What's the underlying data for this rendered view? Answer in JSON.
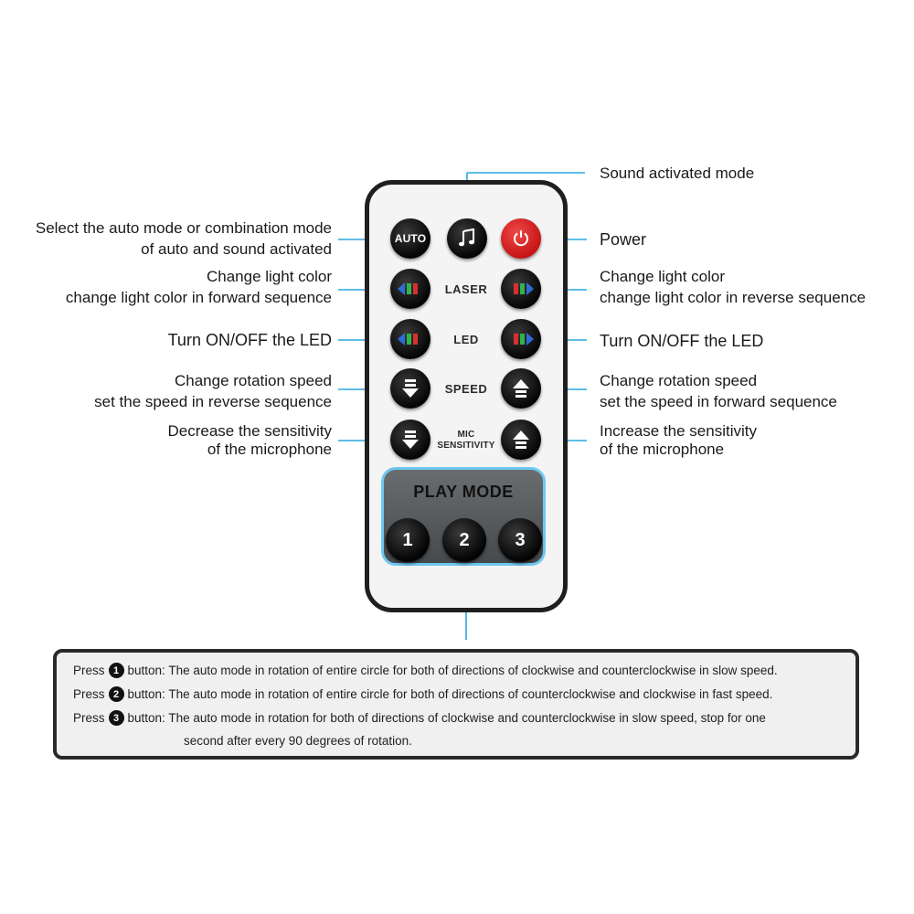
{
  "annotations": {
    "sound_mode": "Sound activated mode",
    "auto_line1": "Select the auto mode or combination mode",
    "auto_line2": "of auto and sound activated",
    "power": "Power",
    "laser_left_line1": "Change light color",
    "laser_left_line2": "change light color in forward sequence",
    "laser_right_line1": "Change light color",
    "laser_right_line2": "change light color in reverse sequence",
    "led_left": "Turn ON/OFF the LED",
    "led_right": "Turn ON/OFF the LED",
    "speed_left_line1": "Change rotation speed",
    "speed_left_line2": "set the speed in reverse sequence",
    "speed_right_line1": "Change rotation speed",
    "speed_right_line2": "set the speed in forward sequence",
    "mic_left_line1": "Decrease the sensitivity",
    "mic_left_line2": "of the microphone",
    "mic_right_line1": "Increase the sensitivity",
    "mic_right_line2": "of the microphone"
  },
  "remote": {
    "auto_button": "AUTO",
    "row_labels": {
      "laser": "LASER",
      "led": "LED",
      "speed": "SPEED",
      "mic_line1": "MIC",
      "mic_line2": "SENSITIVITY"
    },
    "play_mode": {
      "title": "PLAY MODE",
      "buttons": [
        "1",
        "2",
        "3"
      ]
    },
    "icons": [
      "music-note-icon",
      "power-icon",
      "rgb-left-icon",
      "rgb-right-icon",
      "down-arrow-icon",
      "up-arrow-icon"
    ],
    "colors": {
      "power": "#d32222",
      "accent": "#2aa7dd",
      "button": "#111111"
    }
  },
  "description": {
    "press_label": "Press",
    "button_label": "button:",
    "rows": [
      {
        "num": "1",
        "text": "The auto mode in rotation of entire circle for both of directions of clockwise and counterclockwise in slow speed."
      },
      {
        "num": "2",
        "text": "The auto mode in rotation of entire circle for both of directions of counterclockwise and clockwise in fast speed."
      },
      {
        "num": "3",
        "text": "The auto mode in rotation for both of directions of clockwise and counterclockwise in slow speed, stop for one"
      }
    ],
    "row3_continued": "second after every 90 degrees of rotation."
  }
}
